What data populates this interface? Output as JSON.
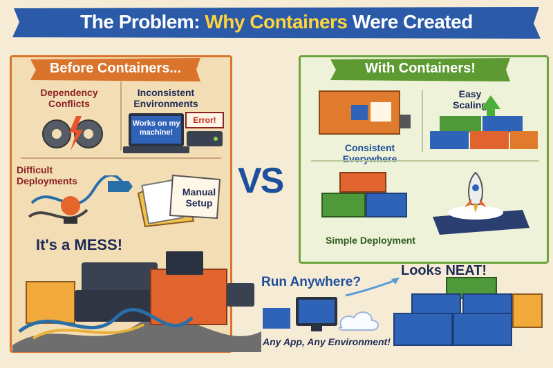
{
  "title": {
    "part1": "The Problem:",
    "highlight": "Why Containers",
    "part2": "Were Created"
  },
  "left_panel": {
    "header": "Before Containers...",
    "items": {
      "dependency": "Dependency Conflicts",
      "inconsistent": "Inconsistent Environments",
      "laptop_text": "Works on my machine!",
      "error": "Error!",
      "deployments": "Difficult Deployments",
      "manual": "Manual Setup"
    },
    "mess": "It's a MESS!"
  },
  "vs": "VS",
  "right_panel": {
    "header": "With Containers!",
    "items": {
      "scaling": "Easy Scaling",
      "consistent": "Consistent Everywhere",
      "simple": "Simple Deployment"
    }
  },
  "bottom": {
    "run": "Run Anywhere?",
    "neat": "Looks NEAT!",
    "anyapp": "Any App, Any Environment!"
  },
  "colors": {
    "banner": "#2a5aa8",
    "left_border": "#d9742a",
    "right_border": "#6ba33c",
    "accent_yellow": "#ffd33d"
  }
}
